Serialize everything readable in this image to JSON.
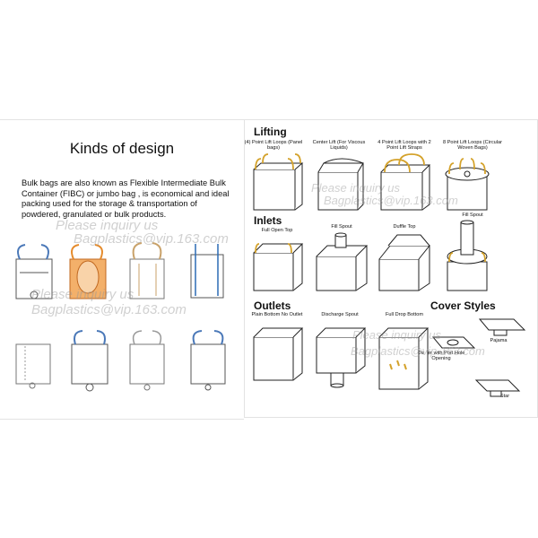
{
  "left": {
    "title": "Kinds of design",
    "description": "Bulk bags are also known as Flexible Intermediate Bulk Container (FIBC) or jumbo bag , is economical and ideal packing used for the storage & transportation of powdered, granulated or bulk products."
  },
  "watermark": {
    "line1": "Please inquiry us",
    "line2": "Bagplastics@vip.163.com"
  },
  "sections": {
    "lifting": "Lifting",
    "inlets": "Inlets",
    "outlets": "Outlets",
    "cover_styles": "Cover Styles"
  },
  "captions": {
    "lift1": "(4) Point Lift Loops (Panel bags)",
    "lift2": "Center Lift (For Viscous Liquids)",
    "lift3": "4 Point Lift Loops with 2 Point Lift Straps",
    "lift4": "8 Point Lift Loops (Circular Woven Bags)",
    "inlet1": "Full Open Top",
    "inlet2": "Fill Spout",
    "inlet3": "Duffle Top",
    "inlet4": "Fill Spout",
    "out1": "Plain Bottom No Outlet",
    "out2": "Discharge Spout",
    "out3": "Full Drop Bottom",
    "cover1": "Pajama",
    "cover2": "Diaper with Port Hole Opening",
    "cover3": "Star"
  },
  "colors": {
    "loop": "#d4a22b",
    "blue": "#4a78b8",
    "orange": "#e58a2a",
    "watermark": "#969696"
  }
}
